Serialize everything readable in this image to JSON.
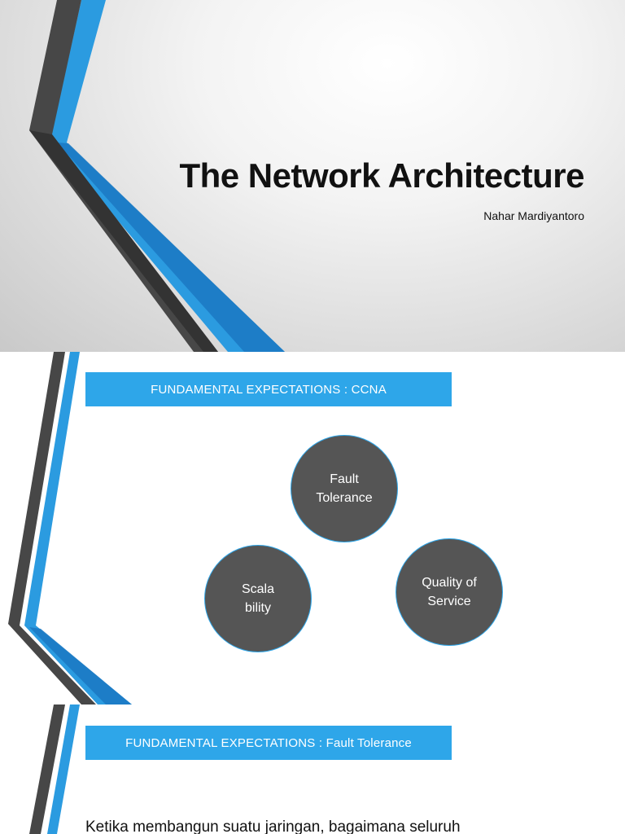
{
  "slide1": {
    "title": "The Network Architecture",
    "author": "Nahar Mardiyantoro"
  },
  "slide2": {
    "banner": "FUNDAMENTAL EXPECTATIONS : CCNA",
    "circles": {
      "fault_tolerance": [
        "Fault",
        "Tolerance"
      ],
      "scalability": [
        "Scala",
        "bility"
      ],
      "quality_of_service": [
        "Quality of",
        "Service"
      ]
    }
  },
  "slide3": {
    "banner": "FUNDAMENTAL EXPECTATIONS : Fault Tolerance",
    "body_text": "Ketika membangun suatu jaringan, bagaimana seluruh"
  },
  "colors": {
    "accent_blue": "#2ea6e9",
    "dark_gray": "#555555",
    "circle_fill": "#555555",
    "title_text": "#111111"
  }
}
